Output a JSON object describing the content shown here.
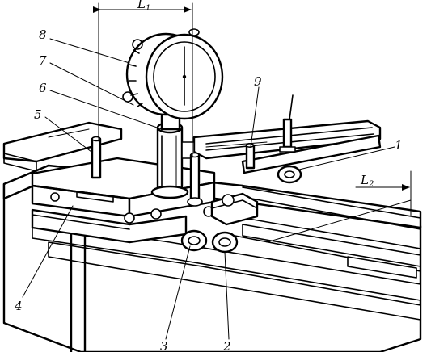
{
  "figure": {
    "callouts": [
      {
        "id": "c1",
        "text": "1"
      },
      {
        "id": "c2",
        "text": "2"
      },
      {
        "id": "c3",
        "text": "3"
      },
      {
        "id": "c4",
        "text": "4"
      },
      {
        "id": "c5",
        "text": "5"
      },
      {
        "id": "c6",
        "text": "6"
      },
      {
        "id": "c7",
        "text": "7"
      },
      {
        "id": "c8",
        "text": "8"
      },
      {
        "id": "c9",
        "text": "9"
      }
    ],
    "dimensions": {
      "L1": {
        "base": "L",
        "sub": "1"
      },
      "L2": {
        "base": "L",
        "sub": "2"
      }
    }
  }
}
